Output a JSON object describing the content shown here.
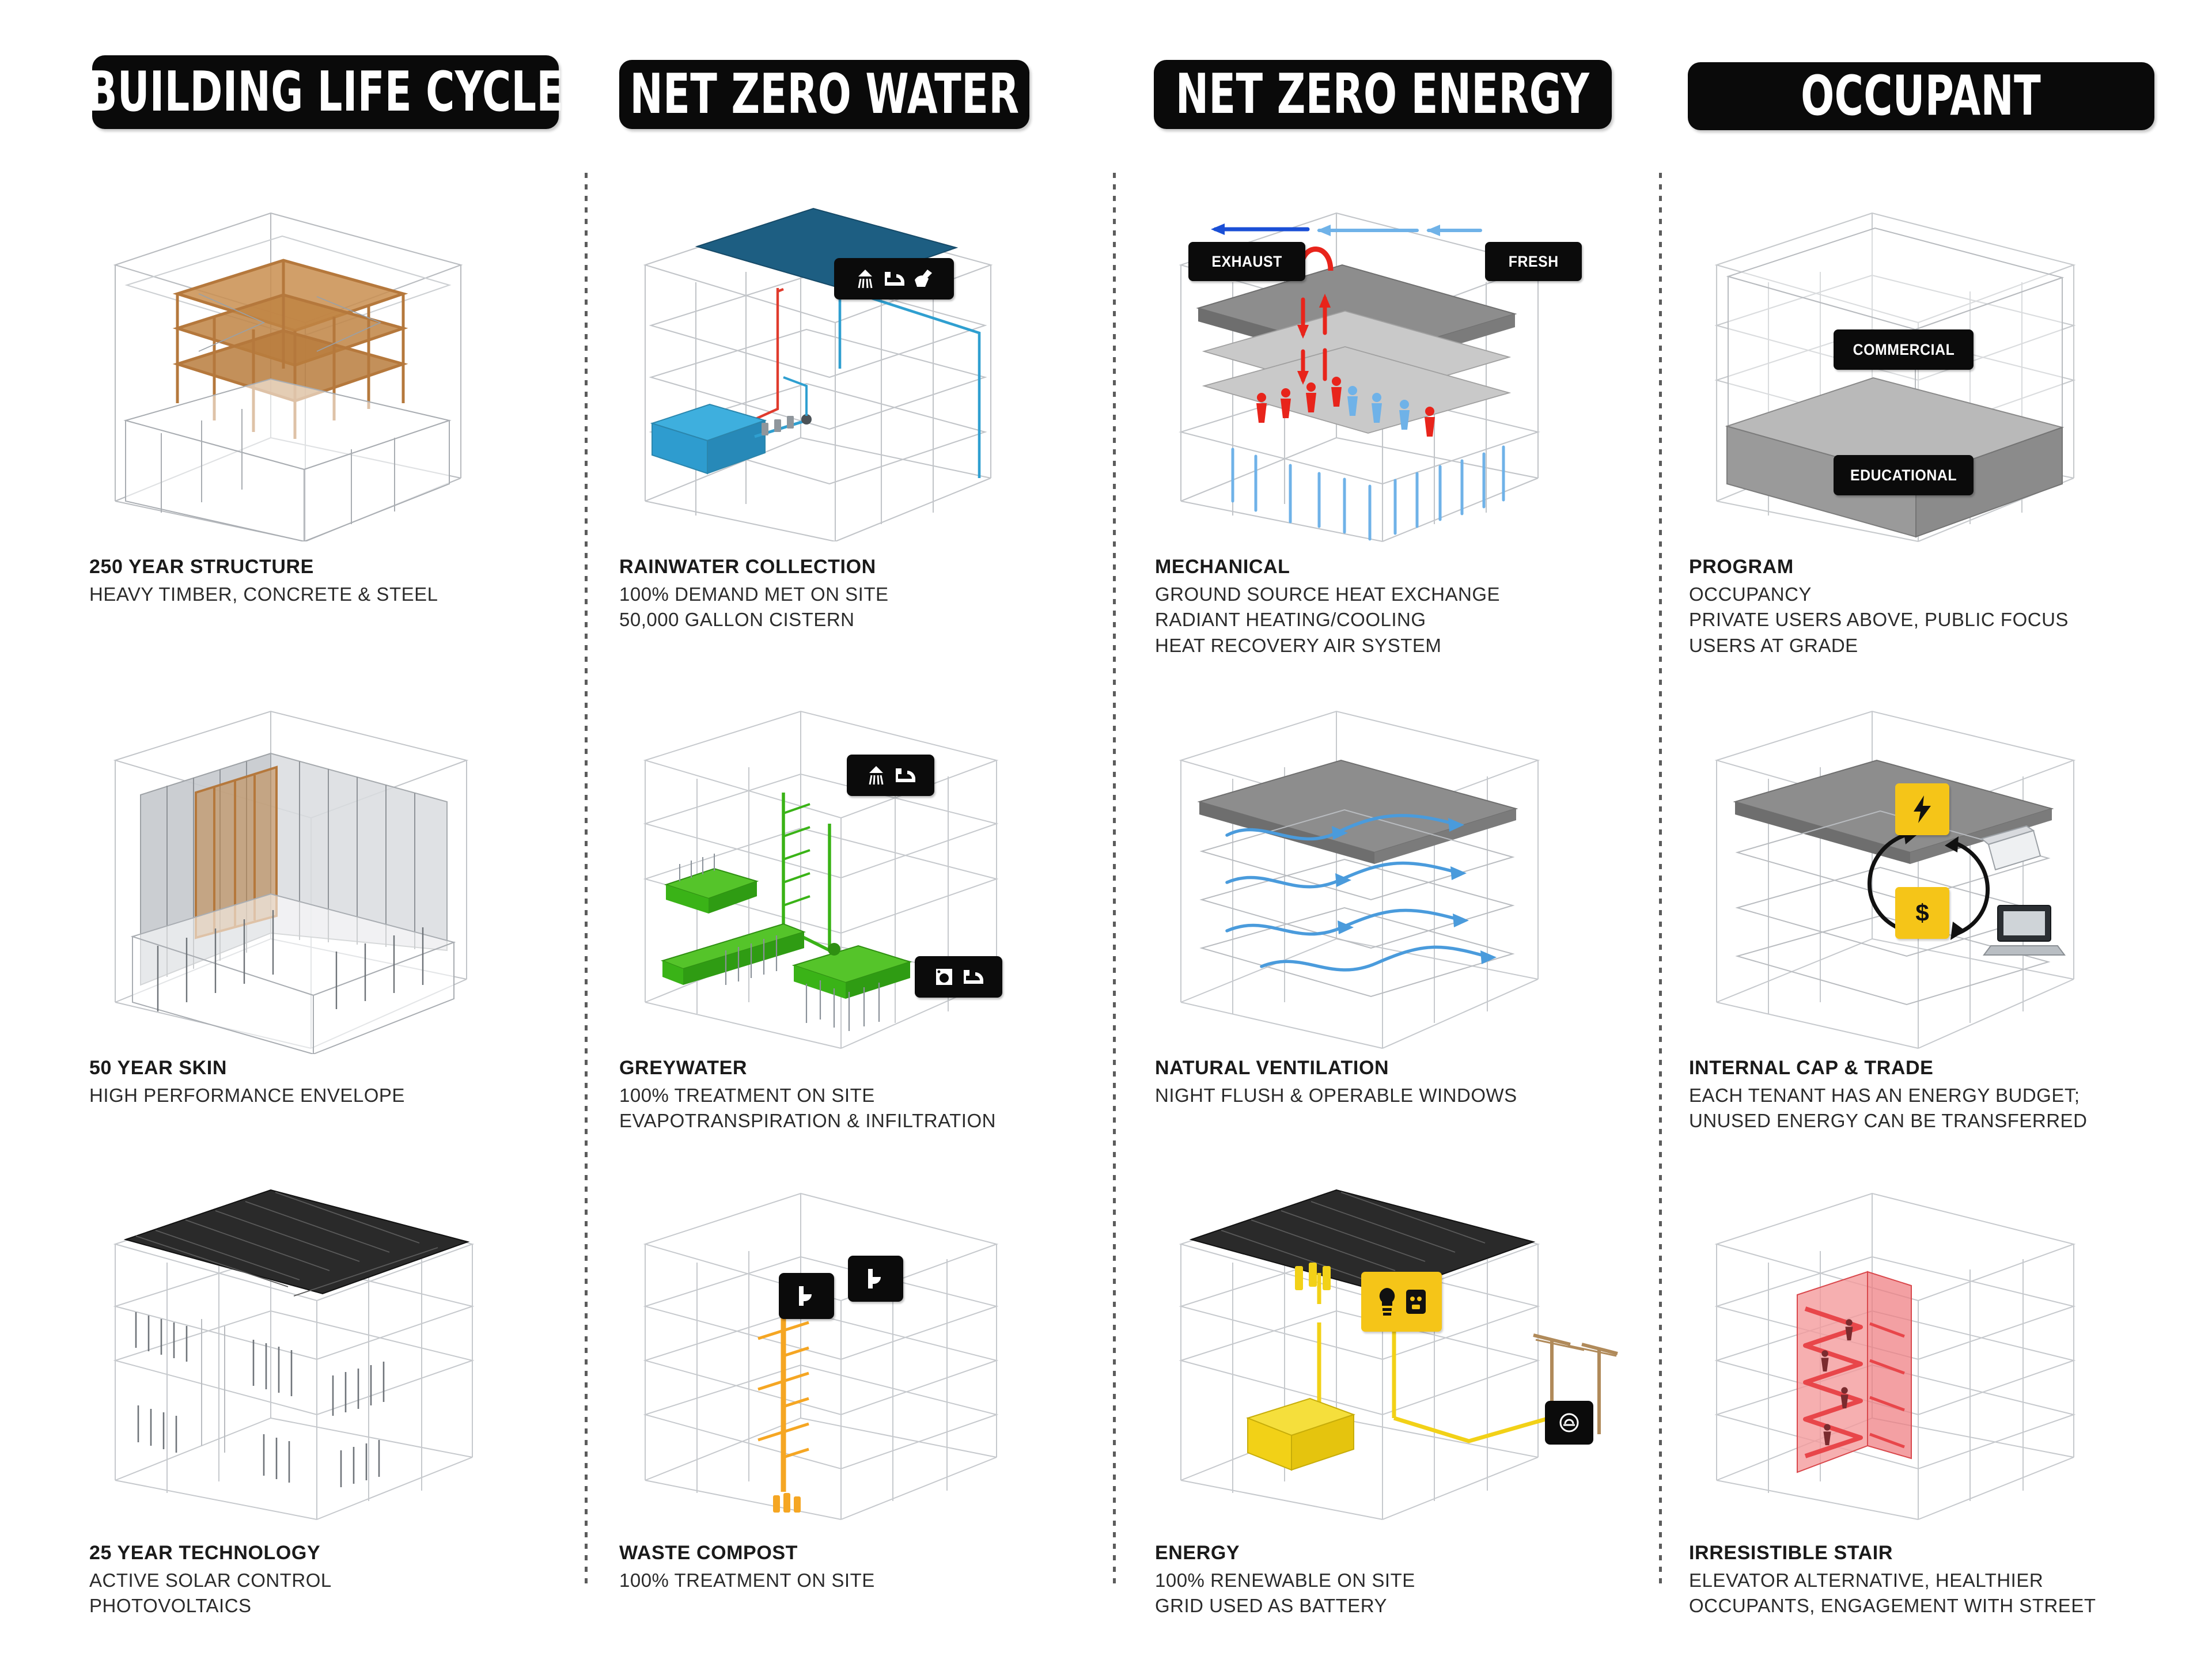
{
  "columns": [
    {
      "id": "building-life-cycle",
      "title": "BUILDING LIFE CYCLE"
    },
    {
      "id": "net-zero-water",
      "title": "NET ZERO WATER"
    },
    {
      "id": "net-zero-energy",
      "title": "NET ZERO ENERGY"
    },
    {
      "id": "occupant",
      "title": "OCCUPANT"
    }
  ],
  "cells": {
    "c1r1": {
      "title": "250 YEAR STRUCTURE",
      "lines": [
        "HEAVY TIMBER, CONCRETE & STEEL"
      ]
    },
    "c1r2": {
      "title": "50 YEAR SKIN",
      "lines": [
        "HIGH PERFORMANCE ENVELOPE"
      ]
    },
    "c1r3": {
      "title": "25 YEAR TECHNOLOGY",
      "lines": [
        "ACTIVE SOLAR CONTROL",
        "PHOTOVOLTAICS"
      ]
    },
    "c2r1": {
      "title": "RAINWATER COLLECTION",
      "lines": [
        "100% DEMAND MET ON SITE",
        "50,000 GALLON CISTERN"
      ]
    },
    "c2r2": {
      "title": "GREYWATER",
      "lines": [
        "100% TREATMENT ON SITE",
        "EVAPOTRANSPIRATION & INFILTRATION"
      ]
    },
    "c2r3": {
      "title": "WASTE COMPOST",
      "lines": [
        "100% TREATMENT ON SITE"
      ]
    },
    "c3r1": {
      "title": "MECHANICAL",
      "lines": [
        "GROUND SOURCE HEAT EXCHANGE",
        "RADIANT HEATING/COOLING",
        "HEAT RECOVERY AIR SYSTEM"
      ]
    },
    "c3r2": {
      "title": "NATURAL VENTILATION",
      "lines": [
        "NIGHT FLUSH & OPERABLE WINDOWS"
      ]
    },
    "c3r3": {
      "title": "ENERGY",
      "lines": [
        "100% RENEWABLE ON SITE",
        "GRID USED AS BATTERY"
      ]
    },
    "c4r1": {
      "title": "PROGRAM",
      "lines": [
        "OCCUPANCY",
        "PRIVATE USERS ABOVE, PUBLIC FOCUS",
        "USERS AT GRADE"
      ]
    },
    "c4r2": {
      "title": "INTERNAL CAP & TRADE",
      "lines": [
        "EACH TENANT HAS AN ENERGY BUDGET;",
        "UNUSED ENERGY CAN BE TRANSFERRED"
      ]
    },
    "c4r3": {
      "title": "IRRESISTIBLE STAIR",
      "lines": [
        "ELEVATOR ALTERNATIVE, HEALTHIER",
        "OCCUPANTS, ENGAGEMENT WITH STREET"
      ]
    }
  },
  "tags": {
    "exhaust": "EXHAUST",
    "fresh": "FRESH",
    "commercial": "COMMERCIAL",
    "educational": "EDUCATIONAL"
  },
  "icons": {
    "rainwater": [
      "shower-icon",
      "sink-icon",
      "handwash-icon"
    ],
    "greywater_top": [
      "shower-icon",
      "sink-icon"
    ],
    "greywater_bottom": [
      "washer-icon",
      "sink-icon"
    ],
    "compost": [
      "toilet-icon",
      "toilet-icon"
    ],
    "energy": [
      "lightbulb-icon",
      "outlet-icon"
    ],
    "capntrade": [
      "lightning-bolt-icon",
      "dollar-icon",
      "laptop-icon",
      "computer-icon"
    ],
    "grid": [
      "power-meter-icon"
    ]
  },
  "colors": {
    "banner": "#0a0a0a",
    "water_blue": "#2f9fd0",
    "rain_red": "#e03b2d",
    "cistern_blue": "#2e9ccf",
    "greywater_green": "#3ab317",
    "compost_orange": "#f5a623",
    "energy_yellow": "#f2d117",
    "mech_red": "#e8241b",
    "mech_blue": "#1a4fd6",
    "vent_blue": "#4a9bdc",
    "stair_red": "#e8464a",
    "timber": "#b5783c",
    "slab_grey": "#8d8d8d",
    "pv_dark": "#2a2a2a"
  }
}
